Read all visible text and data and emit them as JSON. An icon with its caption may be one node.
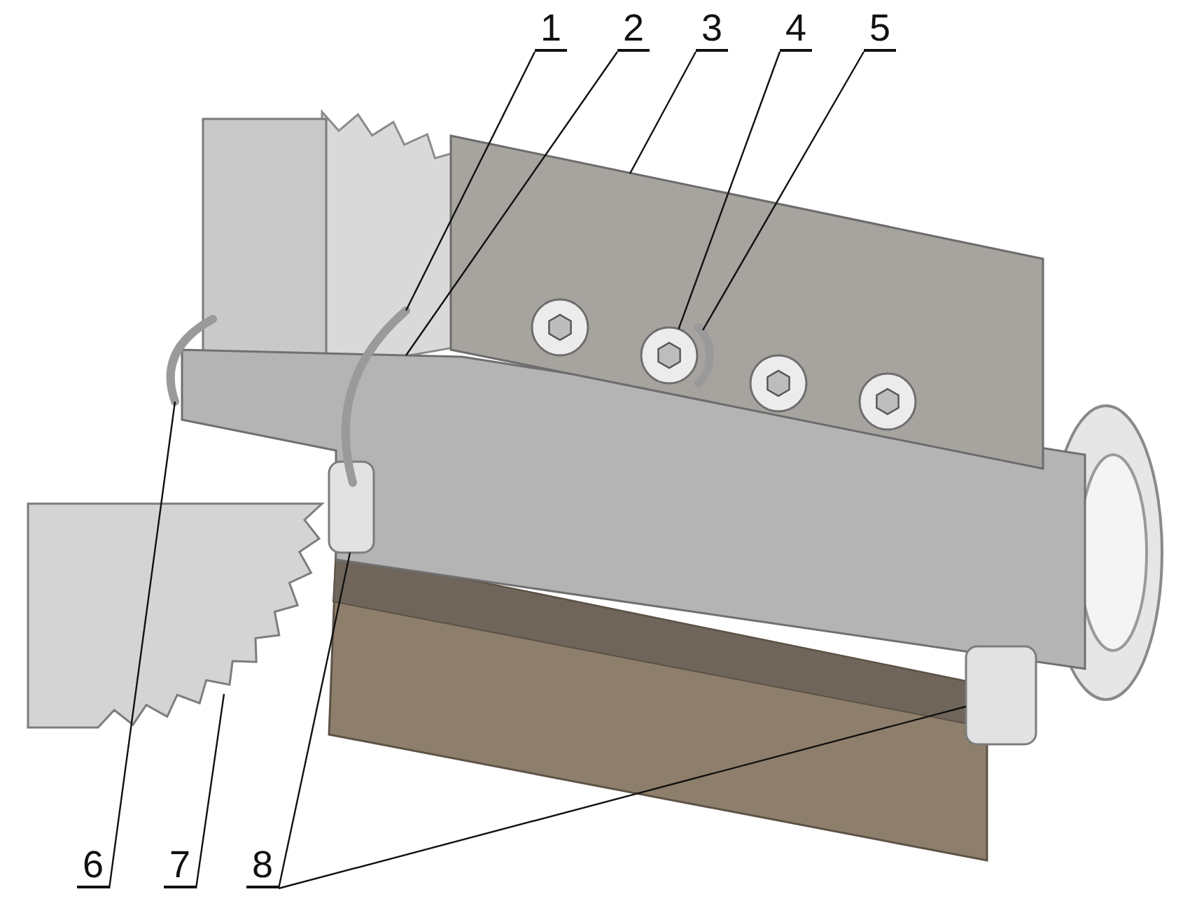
{
  "diagram": {
    "nodes": [
      {
        "text": [
          "1"
        ]
      },
      {
        "text": [
          "2"
        ]
      },
      {
        "text": [
          "3"
        ]
      },
      {
        "text": [
          "4"
        ]
      },
      {
        "text": [
          "5"
        ]
      },
      {
        "text": [
          "6"
        ]
      },
      {
        "text": [
          "7"
        ]
      },
      {
        "text": [
          "8"
        ]
      },
      {
        "text": [],
        "shape": "ring"
      },
      {
        "text": [],
        "shape": "ring"
      },
      {
        "text": [],
        "shape": "cylinder"
      },
      {
        "text": [],
        "shape": "cylinder",
        "in": 10
      },
      {
        "text": [],
        "shape": "box"
      },
      {
        "text": [],
        "shape": "bolt",
        "in": 12
      },
      {
        "text": [],
        "shape": "bolt",
        "in": 12
      },
      {
        "text": [],
        "shape": "ring",
        "in": 12
      },
      {
        "text": [],
        "shape": "bolt",
        "in": 12
      },
      {
        "text": [],
        "shape": "bolt",
        "in": 12
      },
      {
        "text": [],
        "shape": "gear"
      },
      {
        "text": [],
        "shape": "cylinder"
      }
    ],
    "edges": [
      {
        "from": 0,
        "to": 9,
        "arrow": "none"
      },
      {
        "from": 1,
        "to": 10,
        "arrow": "none"
      },
      {
        "from": 2,
        "to": 12,
        "arrow": "none"
      },
      {
        "from": 3,
        "to": 14,
        "arrow": "none"
      },
      {
        "from": 4,
        "to": 15,
        "arrow": "none"
      },
      {
        "from": 5,
        "to": 8,
        "arrow": "none"
      },
      {
        "from": 6,
        "to": 18,
        "arrow": "none"
      },
      {
        "from": 7,
        "to": 11,
        "arrow": "none"
      },
      {
        "from": 7,
        "to": 19,
        "arrow": "none"
      }
    ]
  }
}
